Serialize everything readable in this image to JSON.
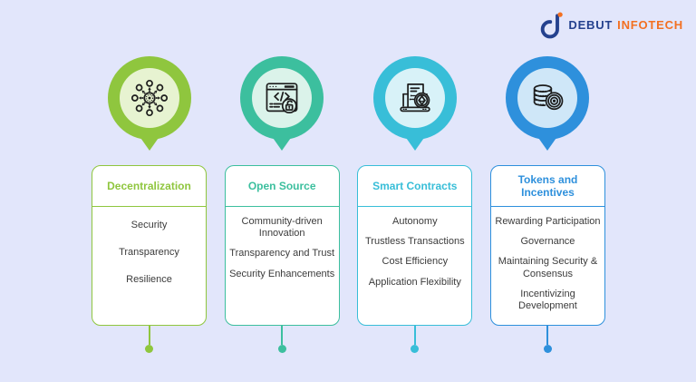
{
  "background_color": "#e2e6fb",
  "text_color": "#3b3b3b",
  "logo": {
    "icon": "debut-infotech-d-icon",
    "brand_primary": "DEBUT",
    "brand_secondary": "INFOTECH",
    "primary_color": "#24418e",
    "accent_color": "#f37021"
  },
  "columns": [
    {
      "id": "decentralization",
      "title": "Decentralization",
      "icon": "decentralized-network-icon",
      "color": "#8fc63e",
      "color_light": "#e7f3d1",
      "items": [
        "Security",
        "Transparency",
        "Resilience"
      ]
    },
    {
      "id": "open-source",
      "title": "Open Source",
      "icon": "code-window-lock-icon",
      "color": "#3cbf9e",
      "color_light": "#dbf3ea",
      "items": [
        "Community-driven Innovation",
        "Transparency and Trust",
        "Security Enhancements"
      ]
    },
    {
      "id": "smart-contracts",
      "title": "Smart Contracts",
      "icon": "smart-contract-laptop-icon",
      "color": "#38bed8",
      "color_light": "#d8f2f8",
      "items": [
        "Autonomy",
        "Trustless Transactions",
        "Cost Efficiency",
        "Application Flexibility"
      ]
    },
    {
      "id": "tokens-and-incentives",
      "title": "Tokens and Incentives",
      "icon": "coins-token-icon",
      "color": "#2e90dc",
      "color_light": "#cfe7f8",
      "items": [
        "Rewarding Participation",
        "Governance",
        "Maintaining Security & Consensus",
        "Incentivizing Development"
      ]
    }
  ]
}
